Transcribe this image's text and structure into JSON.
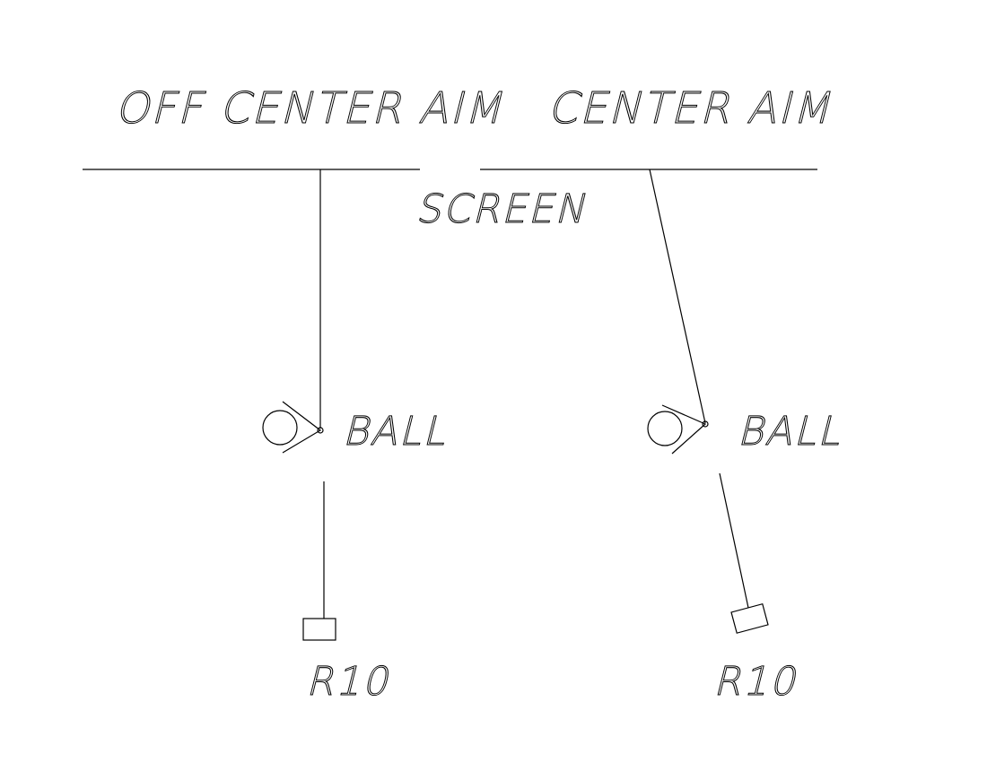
{
  "diagram": {
    "left_panel": {
      "title": "OFF CENTER AIM",
      "ball_label": "BALL",
      "rod_label": "R10"
    },
    "right_panel": {
      "title": "CENTER AIM",
      "ball_label": "BALL",
      "rod_label": "R10"
    },
    "screen_label": "SCREEN"
  }
}
